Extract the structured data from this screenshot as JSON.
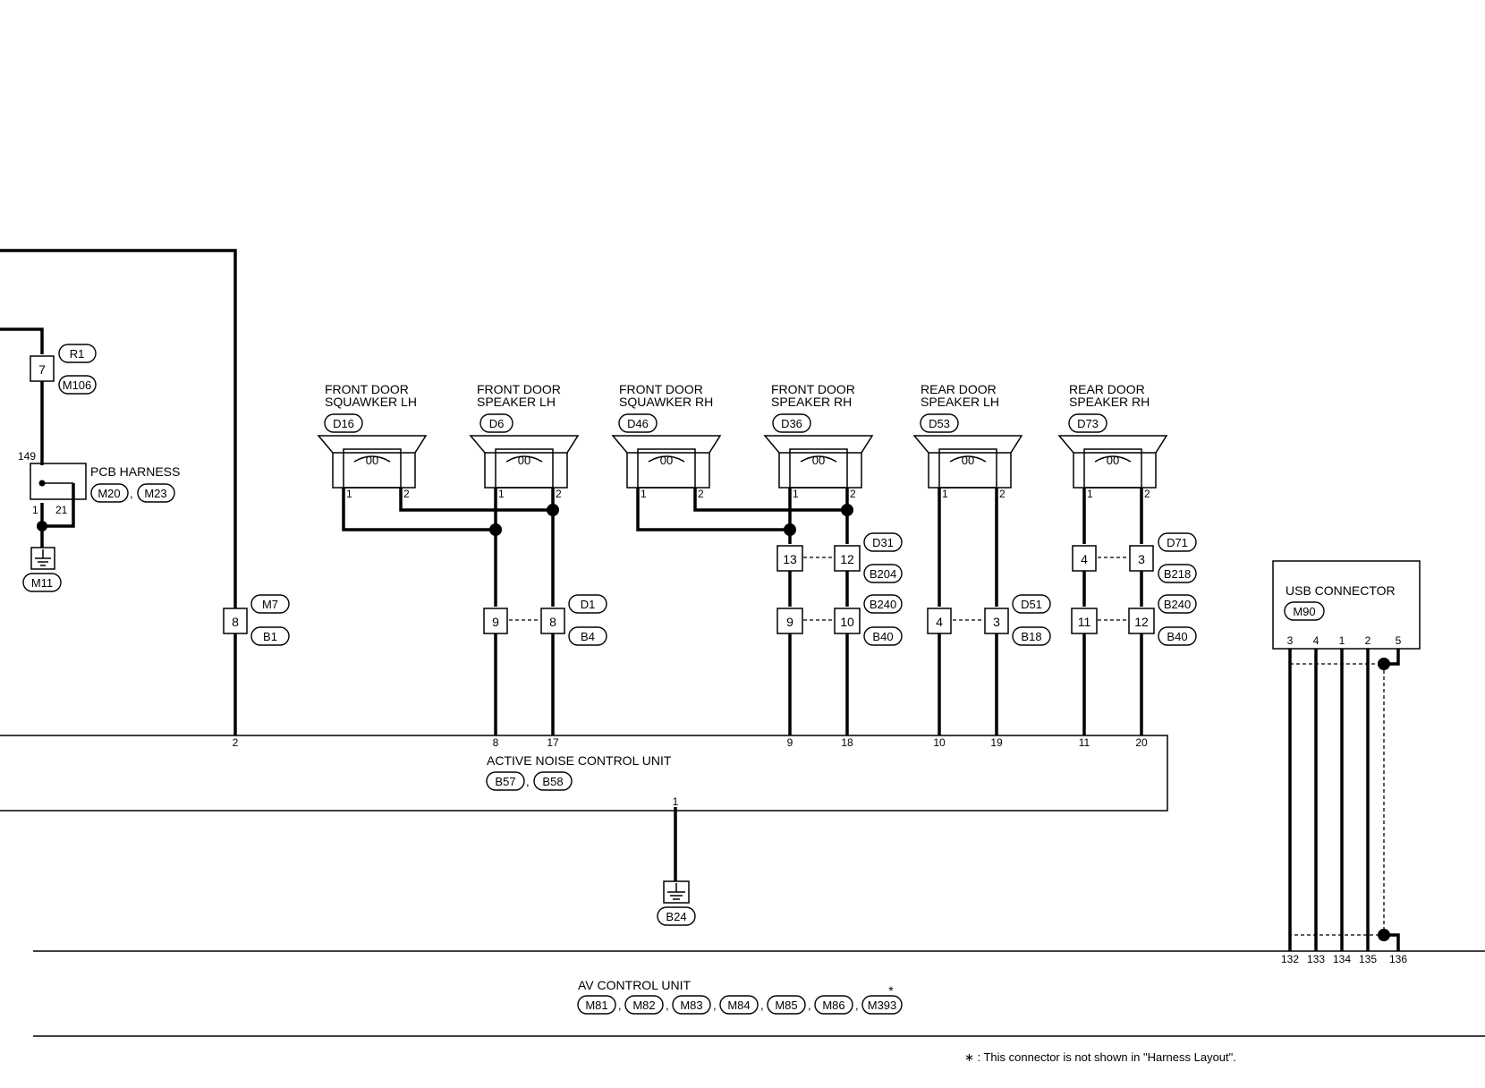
{
  "connectors": {
    "r1": "R1",
    "m106": "M106",
    "m20": "M20",
    "m23": "M23",
    "m11": "M11",
    "m7": "M7",
    "b1": "B1",
    "d16": "D16",
    "d6": "D6",
    "d46": "D46",
    "d36": "D36",
    "d53": "D53",
    "d73": "D73",
    "d1": "D1",
    "b4": "B4",
    "d31": "D31",
    "b204": "B204",
    "b240a": "B240",
    "b40a": "B40",
    "d51": "D51",
    "b18": "B18",
    "d71": "D71",
    "b218": "B218",
    "b240b": "B240",
    "b40b": "B40",
    "m90": "M90",
    "b57": "B57",
    "b58": "B58",
    "b24": "B24",
    "m81": "M81",
    "m82": "M82",
    "m83": "M83",
    "m84": "M84",
    "m85": "M85",
    "m86": "M86",
    "m393": "M393"
  },
  "components": {
    "pcb_harness": "PCB HARNESS",
    "front_door_squawker_lh": [
      "FRONT DOOR",
      "SQUAWKER LH"
    ],
    "front_door_speaker_lh": [
      "FRONT DOOR",
      "SPEAKER LH"
    ],
    "front_door_squawker_rh": [
      "FRONT DOOR",
      "SQUAWKER RH"
    ],
    "front_door_speaker_rh": [
      "FRONT DOOR",
      "SPEAKER RH"
    ],
    "rear_door_speaker_lh": [
      "REAR DOOR",
      "SPEAKER LH"
    ],
    "rear_door_speaker_rh": [
      "REAR DOOR",
      "SPEAKER RH"
    ],
    "usb_connector": "USB CONNECTOR",
    "active_noise_control_unit": "ACTIVE NOISE CONTROL UNIT",
    "av_control_unit": "AV CONTROL UNIT"
  },
  "pins": {
    "p7": "7",
    "p149": "149",
    "p1": "1",
    "p21": "21",
    "p8a": "8",
    "spk1": "1",
    "spk2": "2",
    "p9a": "9",
    "p8b": "8",
    "p13": "13",
    "p12a": "12",
    "p9b": "9",
    "p10": "10",
    "p4a": "4",
    "p3a": "3",
    "p4b": "4",
    "p3b": "3",
    "p11": "11",
    "p12b": "12",
    "usb3": "3",
    "usb4": "4",
    "usb1": "1",
    "usb2": "2",
    "usb5": "5",
    "anc2": "2",
    "anc8": "8",
    "anc17": "17",
    "anc9": "9",
    "anc18": "18",
    "anc10": "10",
    "anc19": "19",
    "anc11": "11",
    "anc20": "20",
    "anc1": "1",
    "av132": "132",
    "av133": "133",
    "av134": "134",
    "av135": "135",
    "av136": "136"
  },
  "symbols": {
    "asterisk": "*",
    "comma": ","
  },
  "footnote": "∗ : This connector is not shown in \"Harness Layout\"."
}
